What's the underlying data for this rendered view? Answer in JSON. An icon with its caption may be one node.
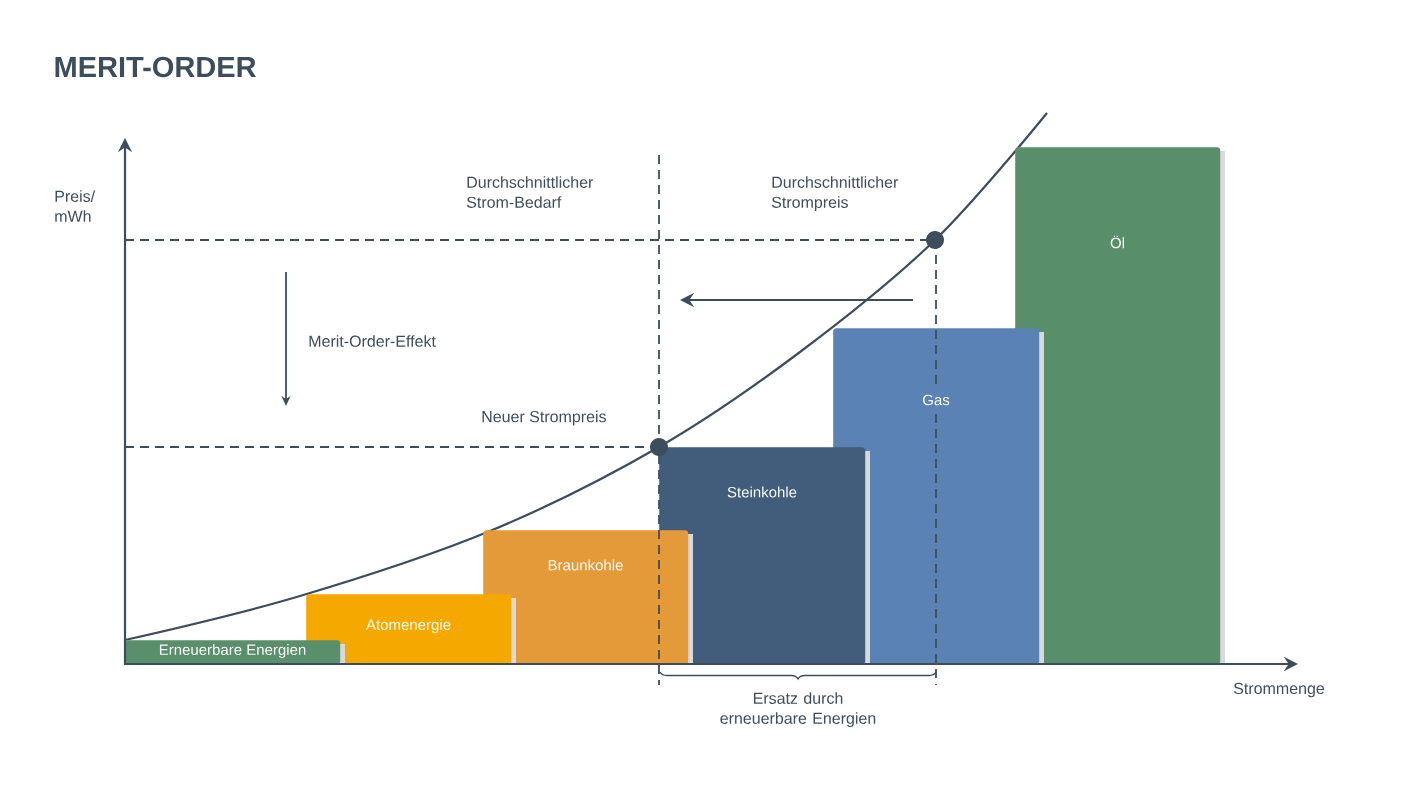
{
  "diagram": {
    "title": "MERIT-ORDER",
    "nodes": [
      {
        "text": [
          "Erneuerbare Energien"
        ]
      },
      {
        "text": [
          "Atomenergie"
        ]
      },
      {
        "text": [
          "Braunkohle"
        ]
      },
      {
        "text": [
          "Steinkohle"
        ]
      },
      {
        "text": [
          "Gas"
        ]
      },
      {
        "text": [
          "Öl"
        ]
      }
    ],
    "labels": [
      "Preis/ mWh",
      "Durchschnittlicher Strom-Bedarf",
      "Durchschnittlicher Strompreis",
      "Merit-Order-Effekt",
      "Neuer Strompreis",
      "Ersatz durch erneuerbare Energien",
      "Strommenge"
    ]
  }
}
